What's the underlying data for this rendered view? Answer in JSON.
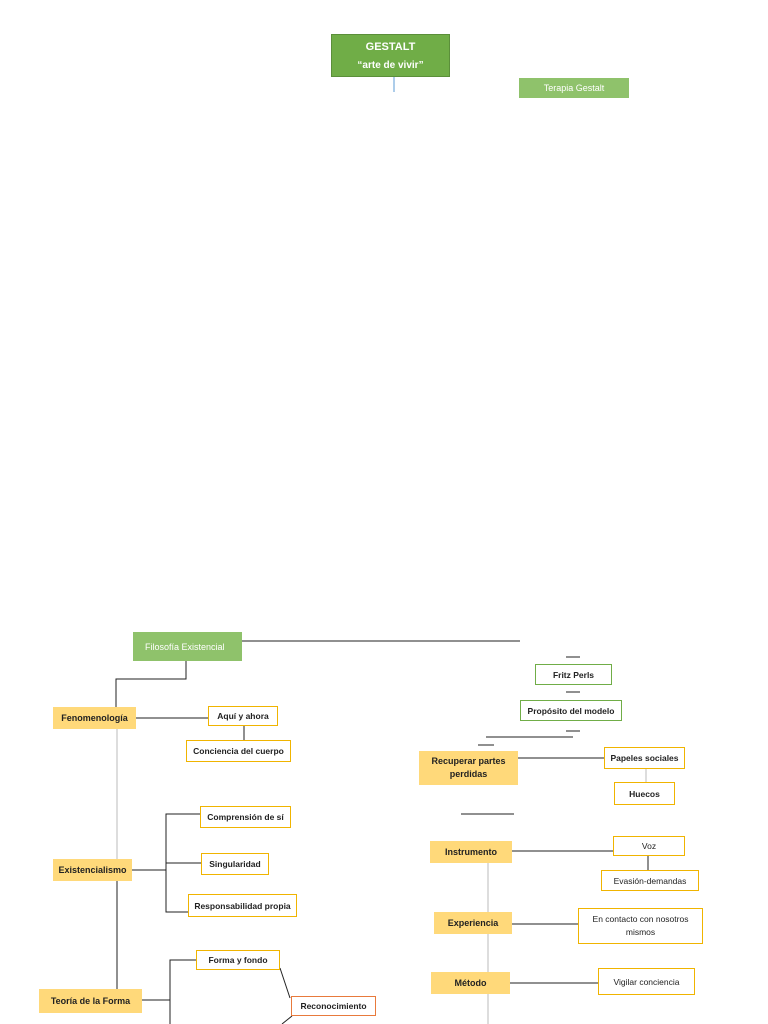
{
  "header": {
    "title": "GESTALT",
    "subtitle": "“arte de vivir”",
    "side_label": "Terapia Gestalt"
  },
  "left_branch": {
    "root": "Filosofía Existencial",
    "fenomenologia": "Fenomenología",
    "aqui_ahora": "Aquí y ahora",
    "conciencia_cuerpo": "Conciencia del cuerpo",
    "existencialismo": "Existencialismo",
    "comprension": "Comprensión de sí",
    "singularidad": "Singularidad",
    "responsabilidad": "Responsabilidad propia",
    "teoria_forma": "Teoría de la Forma",
    "forma_fondo": "Forma y fondo",
    "reconocimiento": "Reconocimiento"
  },
  "right_branch": {
    "fritz": "Fritz Perls",
    "proposito": "Propósito del modelo",
    "recuperar": "Recuperar partes perdidas",
    "papeles": "Papeles sociales",
    "huecos": "Huecos",
    "instrumento": "Instrumento",
    "voz": "Voz",
    "evasion": "Evasión-demandas",
    "experiencia": "Experiencia",
    "contacto": "En contacto con nosotros mismos",
    "metodo": "Método",
    "vigilar": "Vigilar conciencia"
  },
  "colors": {
    "green": "#70ad47",
    "yellow": "#ffd97a",
    "gold_border": "#f0b400",
    "orange_border": "#e87a3c"
  }
}
